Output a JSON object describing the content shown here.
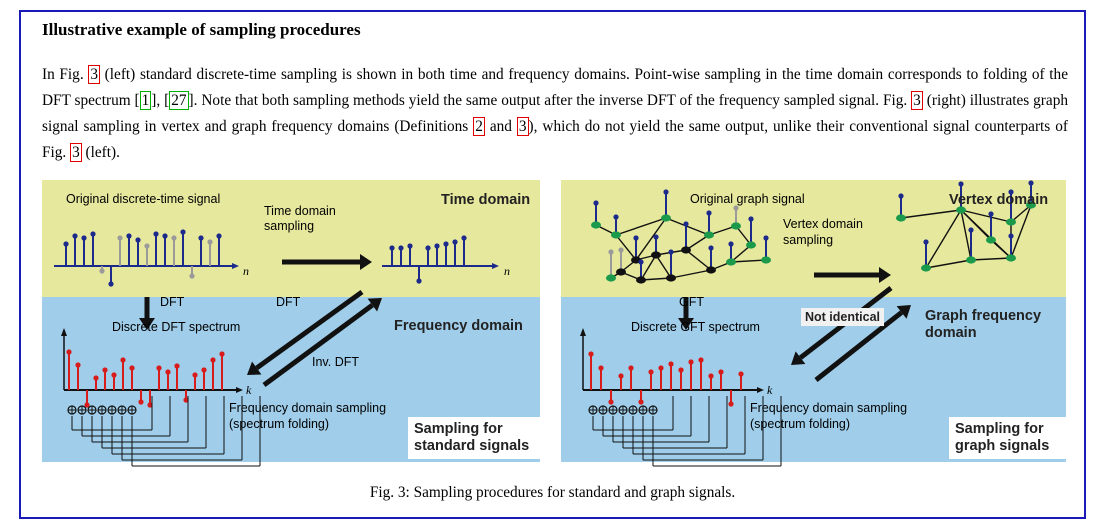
{
  "box_title": "Illustrative example of sampling procedures",
  "paragraph": {
    "s1": "In Fig. ",
    "ref1": "3",
    "s2": " (left) standard discrete-time sampling is shown in both time and frequency domains. Point-wise sampling in the time domain corresponds to folding of the DFT spectrum [",
    "cite1": "1",
    "s3": "], [",
    "cite2": "27",
    "s4": "]. Note that both sampling methods yield the same output after the inverse DFT of the frequency sampled signal. Fig. ",
    "ref2": "3",
    "s5": " (right) illustrates graph signal sampling in vertex and graph frequency domains (Definitions ",
    "ref3": "2",
    "s6": " and ",
    "ref4": "3",
    "s7": "), which do not yield the same output, unlike their conventional signal counterparts of Fig. ",
    "ref5": "3",
    "s8": " (left)."
  },
  "left_panel": {
    "original_label": "Original discrete-time signal",
    "time_domain_sampling": [
      "Time domain",
      "sampling"
    ],
    "time_domain_title": "Time domain",
    "axis_n": "n",
    "axis_k": "k",
    "dft_down": "DFT",
    "dft_diag": "DFT",
    "inv_dft": "Inv. DFT",
    "frequency_domain_title": "Frequency domain",
    "discrete_dft_spectrum": "Discrete DFT spectrum",
    "freq_sampling": [
      "Frequency domain sampling",
      "(spectrum folding)"
    ],
    "corner_title": [
      "Sampling for",
      "standard signals"
    ]
  },
  "right_panel": {
    "original_label": "Original graph signal",
    "vertex_domain_sampling": [
      "Vertex domain",
      "sampling"
    ],
    "vertex_domain_title": "Vertex domain",
    "gft_down": "GFT",
    "not_identical": "Not identical",
    "graph_frequency_title": [
      "Graph frequency",
      "domain"
    ],
    "discrete_gft_spectrum": "Discrete GFT spectrum",
    "axis_k": "k",
    "freq_sampling": [
      "Frequency domain sampling",
      "(spectrum folding)"
    ],
    "corner_title": [
      "Sampling for",
      "graph signals"
    ]
  },
  "caption": "Fig. 3: Sampling procedures for standard and graph signals.",
  "colors": {
    "frame": "#1a1ab8",
    "top_band": "#e6e89d",
    "bottom_band": "#9fcdea",
    "stem_blue": "#1c2a8c",
    "stem_gray": "#9a9a9a",
    "stem_red": "#d81b1b",
    "node_green": "#1a9a4a",
    "node_black": "#111111"
  }
}
